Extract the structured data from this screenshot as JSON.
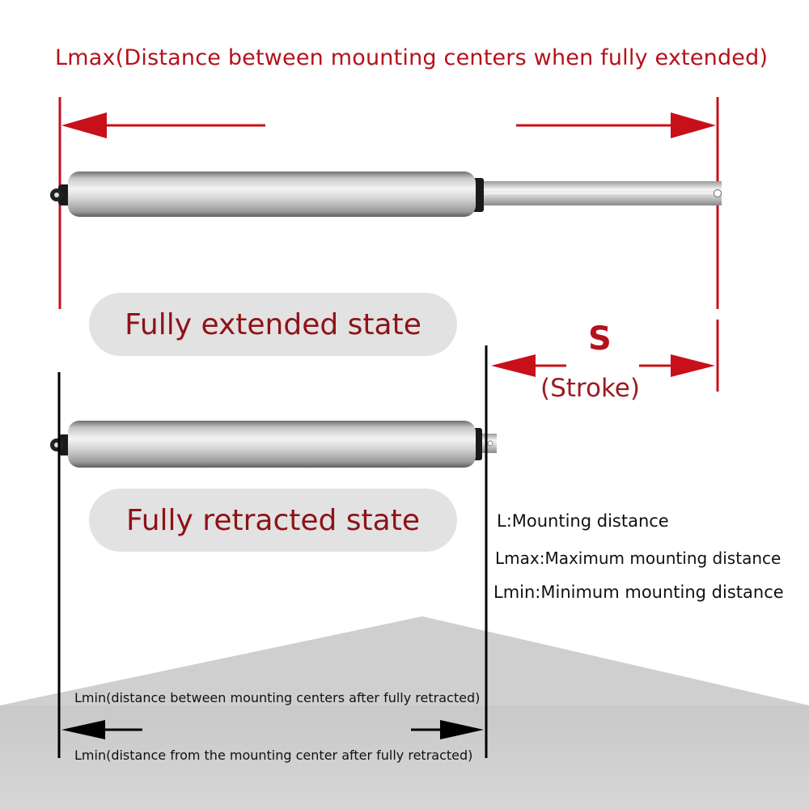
{
  "title": "Lmax(Distance between mounting centers when fully extended)",
  "states": {
    "extended": "Fully extended state",
    "retracted": "Fully retracted state"
  },
  "stroke": {
    "symbol": "S",
    "label": "(Stroke)"
  },
  "legend": {
    "l": "L:Mounting distance",
    "lmax": "Lmax:Maximum mounting distance",
    "lmin": "Lmin:Minimum mounting distance"
  },
  "lmin_labels": {
    "between": "Lmin(distance between mounting centers after fully retracted)",
    "from": "Lmin(distance from the mounting center after fully retracted)"
  },
  "colors": {
    "accent_red": "#c8101a",
    "dark_red": "#8e1217",
    "pill_gray": "#e2e2e2",
    "floor_gray": "#c9c9c9",
    "line_black": "#000000"
  },
  "icons": {
    "arrow": "triangle-arrowhead"
  }
}
